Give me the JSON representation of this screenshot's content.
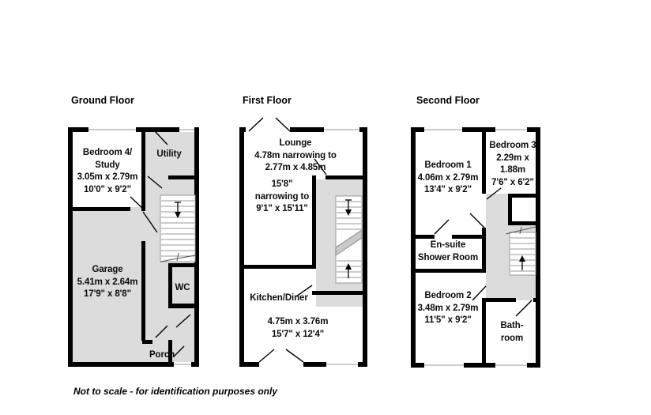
{
  "floors": {
    "ground": {
      "title": "Ground Floor",
      "rooms": {
        "bedroom4": "Bedroom 4/\nStudy\n3.05m x 2.79m\n10'0\" x 9'2\"",
        "utility": "Utility",
        "garage": "Garage\n5.41m x 2.64m\n17'9\" x 8'8\"",
        "wc": "WC",
        "porch": "Porch"
      }
    },
    "first": {
      "title": "First Floor",
      "rooms": {
        "lounge": "Lounge\n4.78m narrowing to\n2.77m x 4.85m",
        "lounge_imperial": "15'8\"\nnarrowing to\n9'1\" x 15'11\"",
        "kitchen": "Kitchen/Diner",
        "kitchen_dims": "4.75m x 3.76m\n15'7\" x 12'4\""
      }
    },
    "second": {
      "title": "Second Floor",
      "rooms": {
        "bedroom1": "Bedroom 1\n4.06m x 2.79m\n13'4\" x 9'2\"",
        "bedroom3": "Bedroom 3\n2.29m x\n1.88m\n7'6\" x 6'2\"",
        "ensuite": "En-suite\nShower Room",
        "bedroom2": "Bedroom 2\n3.48m x 2.79m\n11'5\" x 9'2\"",
        "bathroom": "Bath-\nroom"
      }
    }
  },
  "footer": {
    "disclaimer": "Not to scale - for identification purposes only"
  },
  "colors": {
    "wall": "#000000",
    "hall": "#dcdcdc",
    "room": "#ffffff",
    "thin_line": "#999999"
  }
}
